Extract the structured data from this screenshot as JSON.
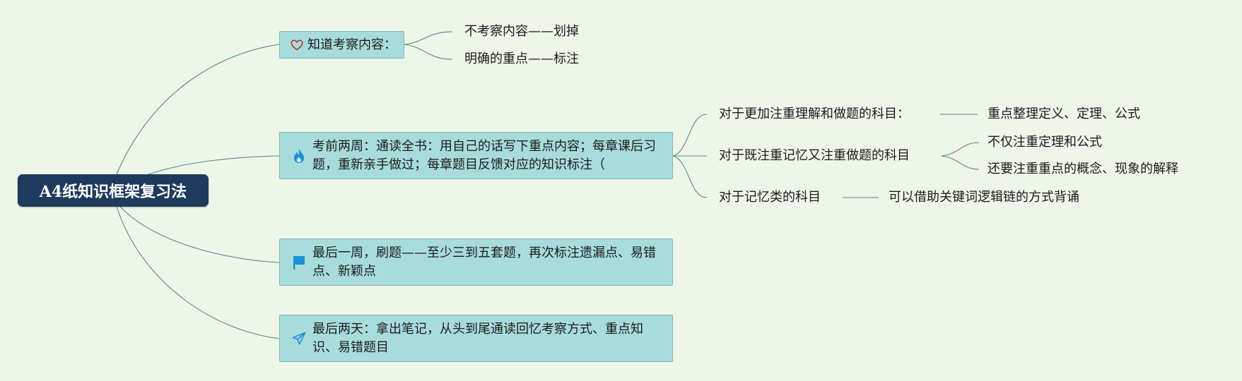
{
  "root": {
    "label": "A4纸知识框架复习法"
  },
  "topics": [
    {
      "icon": "heart-icon",
      "label": "知道考察内容：",
      "children": [
        "不考察内容——划掉",
        "明确的重点——标注"
      ]
    },
    {
      "icon": "flame-icon",
      "label": "考前两周：通读全书：用自己的话写下重点内容；每章课后习题，重新亲手做过；每章题目反馈对应的知识标注（",
      "children": [
        {
          "label": "对于更加注重理解和做题的科目：",
          "children": [
            "重点整理定义、定理、公式"
          ]
        },
        {
          "label": "对于既注重记忆又注重做题的科目",
          "children": [
            "不仅注重定理和公式",
            "还要注重重点的概念、现象的解释"
          ]
        },
        {
          "label": "对于记忆类的科目",
          "children": [
            "可以借助关键词逻辑链的方式背诵"
          ]
        }
      ]
    },
    {
      "icon": "flag-icon",
      "label": "最后一周，刷题——至少三到五套题，再次标注遗漏点、易错点、新颖点",
      "children": []
    },
    {
      "icon": "paper-plane-icon",
      "label": "最后两天：拿出笔记，从头到尾通读回忆考察方式、重点知识、易错题目",
      "children": []
    }
  ],
  "colors": {
    "background": "#eef6ea",
    "root_fill": "#1e3a5c",
    "topic_fill": "#a8dcdc",
    "connector": "#5a8a82",
    "heart": "#c0392b",
    "flame": "#1c8fd6",
    "flag": "#1c8fd6",
    "plane": "#1c8fd6"
  }
}
